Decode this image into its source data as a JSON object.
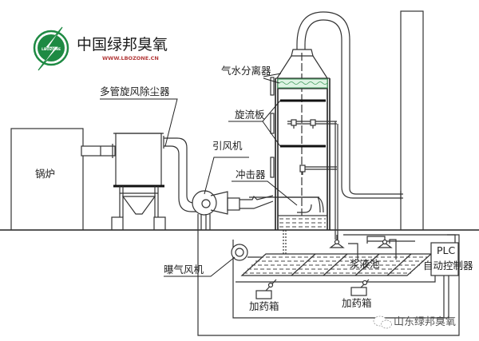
{
  "logo": {
    "badge_text": "LBOZONE",
    "name": "中国绿邦臭氧",
    "url": "WWW.LBOZONE.CN",
    "colors": {
      "green": "#1e8a43",
      "url_red": "#b33a3a"
    }
  },
  "labels": {
    "boiler": "锅炉",
    "multi_tube_cyclone": "多管旋风除尘器",
    "induced_draft_fan": "引风机",
    "gas_water_separator": "气水分离器",
    "swirl_plate": "旋流板",
    "impactor": "冲击器",
    "aeration_blower": "曝气风机",
    "slurry_pool": "浆液池",
    "dosing_tank_1": "加药箱",
    "dosing_tank_2": "加药箱",
    "plc_title": "PLC",
    "plc_subtitle": "自动控制器"
  },
  "watermark": {
    "icon": "wechat-icon",
    "text": "山东绿邦臭氧"
  },
  "colors": {
    "line": "#333333",
    "demister_fill": "#dff3e4",
    "demister_stroke": "#3d9a5a"
  }
}
